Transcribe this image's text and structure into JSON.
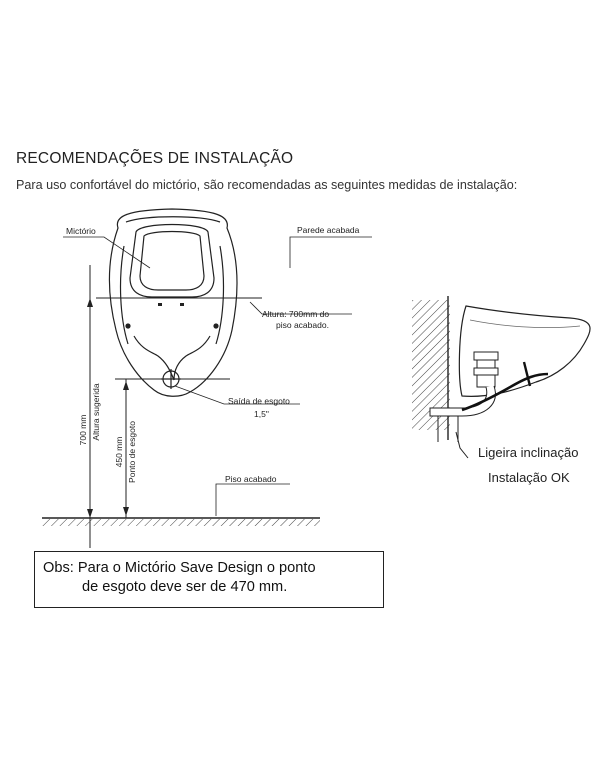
{
  "title": "RECOMENDAÇÕES DE INSTALAÇÃO",
  "subtitle": "Para uso confortável do mictório, são recomendadas as seguintes medidas de instalação:",
  "labels": {
    "mictorio": "Mictório",
    "parede": "Parede acabada",
    "altura_line1": "Altura: 700mm do",
    "altura_line2": "piso acabado.",
    "saida_line1": "Saída de esgoto",
    "saida_line2": "1,5\"",
    "piso": "Piso acabado",
    "dim700_value": "700 mm",
    "dim700_caption": "Altura sugerida",
    "dim450_value": "450 mm",
    "dim450_caption": "Ponto de esgoto",
    "ligeira": "Ligeira inclinação",
    "instalacao_ok": "Instalação OK"
  },
  "note": {
    "line1": "Obs: Para o Mictório Save Design o ponto",
    "line2": "de esgoto deve ser de 470 mm."
  }
}
